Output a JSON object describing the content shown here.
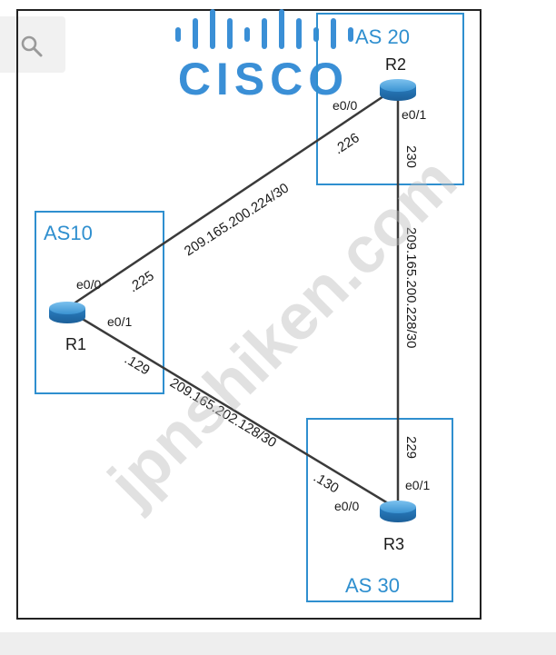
{
  "logo": {
    "text": "CISCO",
    "color": "#3a8fd6"
  },
  "watermark": {
    "text": "jpnshiken.com"
  },
  "icons": {
    "search": "search-icon",
    "router": "router-icon"
  },
  "colors": {
    "as_box": "#2f8fcf",
    "router": "#2f87c8",
    "link": "#333333"
  },
  "as_boxes": [
    {
      "id": "as10",
      "label": "AS10"
    },
    {
      "id": "as20",
      "label": "AS 20"
    },
    {
      "id": "as30",
      "label": "AS 30"
    }
  ],
  "routers": [
    {
      "id": "r1",
      "name": "R1"
    },
    {
      "id": "r2",
      "name": "R2"
    },
    {
      "id": "r3",
      "name": "R3"
    }
  ],
  "interfaces": {
    "r1_e0_0": "e0/0",
    "r1_e0_1": "e0/1",
    "r2_e0_0": "e0/0",
    "r2_e0_1": "e0/1",
    "r3_e0_0": "e0/0",
    "r3_e0_1": "e0/1"
  },
  "links": [
    {
      "id": "r1-r2",
      "subnet": "209.165.200.224/30",
      "a_host": ".225",
      "b_host": ".226"
    },
    {
      "id": "r2-r3",
      "subnet": "209.165.200.228/30",
      "a_host": "230",
      "b_host": "229"
    },
    {
      "id": "r1-r3",
      "subnet": "209.165.202.128/30",
      "a_host": ".129",
      "b_host": ".130"
    }
  ]
}
